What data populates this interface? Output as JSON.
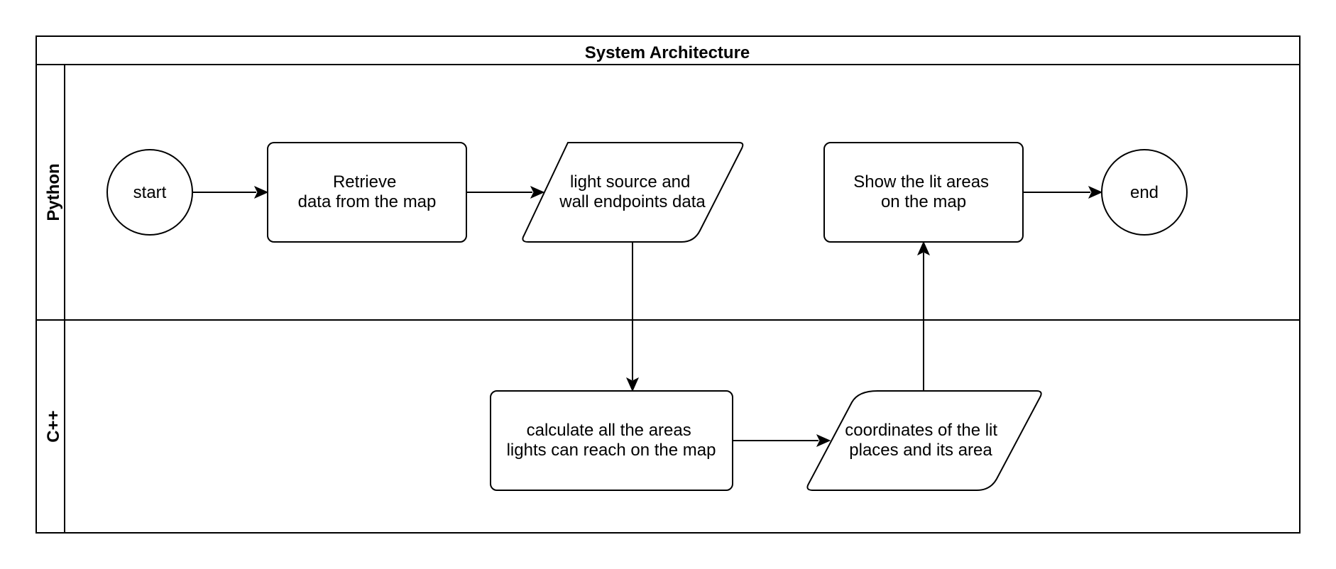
{
  "diagram": {
    "title": "System Architecture",
    "lanes": {
      "python": "Python",
      "cpp": "C++"
    },
    "nodes": {
      "start": "start",
      "retrieve": [
        "Retrieve",
        "data from the map"
      ],
      "light_data": [
        "light source and",
        "wall endpoints data"
      ],
      "show": [
        "Show the lit areas",
        "on the map"
      ],
      "end": "end",
      "calculate": [
        "calculate all the areas",
        "lights can reach on the map"
      ],
      "coordinates": [
        "coordinates of the lit",
        "places and its area"
      ]
    }
  }
}
